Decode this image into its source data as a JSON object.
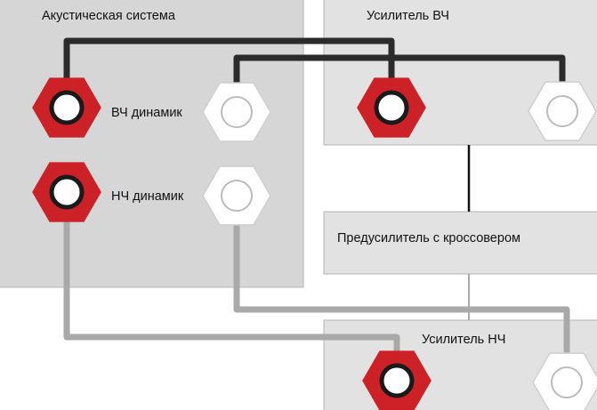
{
  "diagram": {
    "speaker_system": {
      "label": "Акустическая система"
    },
    "hf_amp": {
      "label": "Усилитель ВЧ"
    },
    "preamp": {
      "label": "Предусилитель с кроссовером"
    },
    "lf_amp": {
      "label": "Усилитель НЧ"
    },
    "hf_speaker": {
      "label": "ВЧ динамик"
    },
    "lf_speaker": {
      "label": "НЧ динамик"
    }
  },
  "colors": {
    "box_fill": "#e2e2e2",
    "box_stroke": "#b4b4b4",
    "speaker_box_fill": "#d6d6d6",
    "terminal_red": "#cc2127",
    "terminal_white": "#ffffff",
    "wire_dark": "#2b2b2b",
    "wire_light": "#a9a9a9",
    "link_dark": "#111111"
  }
}
